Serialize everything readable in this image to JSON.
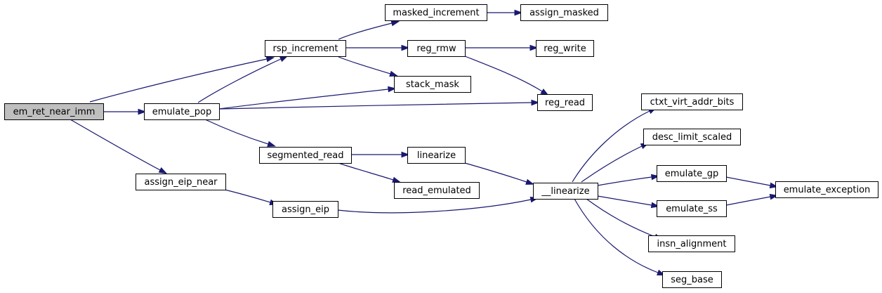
{
  "colors": {
    "edge": "#191970",
    "node_fill": "#ffffff",
    "root_fill": "#bfbfbf",
    "node_stroke": "#000000"
  },
  "nodes": [
    {
      "id": "em_ret_near_imm",
      "label": "em_ret_near_imm",
      "root": true
    },
    {
      "id": "emulate_pop",
      "label": "emulate_pop"
    },
    {
      "id": "rsp_increment",
      "label": "rsp_increment"
    },
    {
      "id": "assign_eip_near",
      "label": "assign_eip_near"
    },
    {
      "id": "masked_increment",
      "label": "masked_increment"
    },
    {
      "id": "assign_masked",
      "label": "assign_masked"
    },
    {
      "id": "reg_rmw",
      "label": "reg_rmw"
    },
    {
      "id": "reg_write",
      "label": "reg_write"
    },
    {
      "id": "stack_mask",
      "label": "stack_mask"
    },
    {
      "id": "reg_read",
      "label": "reg_read"
    },
    {
      "id": "segmented_read",
      "label": "segmented_read"
    },
    {
      "id": "linearize",
      "label": "linearize"
    },
    {
      "id": "read_emulated",
      "label": "read_emulated"
    },
    {
      "id": "__linearize",
      "label": "__linearize"
    },
    {
      "id": "assign_eip",
      "label": "assign_eip"
    },
    {
      "id": "ctxt_virt_addr_bits",
      "label": "ctxt_virt_addr_bits"
    },
    {
      "id": "desc_limit_scaled",
      "label": "desc_limit_scaled"
    },
    {
      "id": "emulate_gp",
      "label": "emulate_gp"
    },
    {
      "id": "emulate_ss",
      "label": "emulate_ss"
    },
    {
      "id": "insn_alignment",
      "label": "insn_alignment"
    },
    {
      "id": "seg_base",
      "label": "seg_base"
    },
    {
      "id": "emulate_exception",
      "label": "emulate_exception"
    }
  ],
  "edges": [
    {
      "from": "em_ret_near_imm",
      "to": "rsp_increment"
    },
    {
      "from": "em_ret_near_imm",
      "to": "emulate_pop"
    },
    {
      "from": "em_ret_near_imm",
      "to": "assign_eip_near"
    },
    {
      "from": "emulate_pop",
      "to": "rsp_increment"
    },
    {
      "from": "emulate_pop",
      "to": "stack_mask"
    },
    {
      "from": "emulate_pop",
      "to": "reg_read"
    },
    {
      "from": "emulate_pop",
      "to": "segmented_read"
    },
    {
      "from": "rsp_increment",
      "to": "masked_increment"
    },
    {
      "from": "rsp_increment",
      "to": "reg_rmw"
    },
    {
      "from": "rsp_increment",
      "to": "stack_mask"
    },
    {
      "from": "masked_increment",
      "to": "assign_masked"
    },
    {
      "from": "reg_rmw",
      "to": "reg_write"
    },
    {
      "from": "reg_rmw",
      "to": "reg_read"
    },
    {
      "from": "segmented_read",
      "to": "linearize"
    },
    {
      "from": "segmented_read",
      "to": "read_emulated"
    },
    {
      "from": "linearize",
      "to": "__linearize"
    },
    {
      "from": "assign_eip_near",
      "to": "assign_eip"
    },
    {
      "from": "assign_eip",
      "to": "__linearize"
    },
    {
      "from": "__linearize",
      "to": "ctxt_virt_addr_bits"
    },
    {
      "from": "__linearize",
      "to": "desc_limit_scaled"
    },
    {
      "from": "__linearize",
      "to": "emulate_gp"
    },
    {
      "from": "__linearize",
      "to": "emulate_ss"
    },
    {
      "from": "__linearize",
      "to": "insn_alignment"
    },
    {
      "from": "__linearize",
      "to": "seg_base"
    },
    {
      "from": "emulate_gp",
      "to": "emulate_exception"
    },
    {
      "from": "emulate_ss",
      "to": "emulate_exception"
    }
  ]
}
